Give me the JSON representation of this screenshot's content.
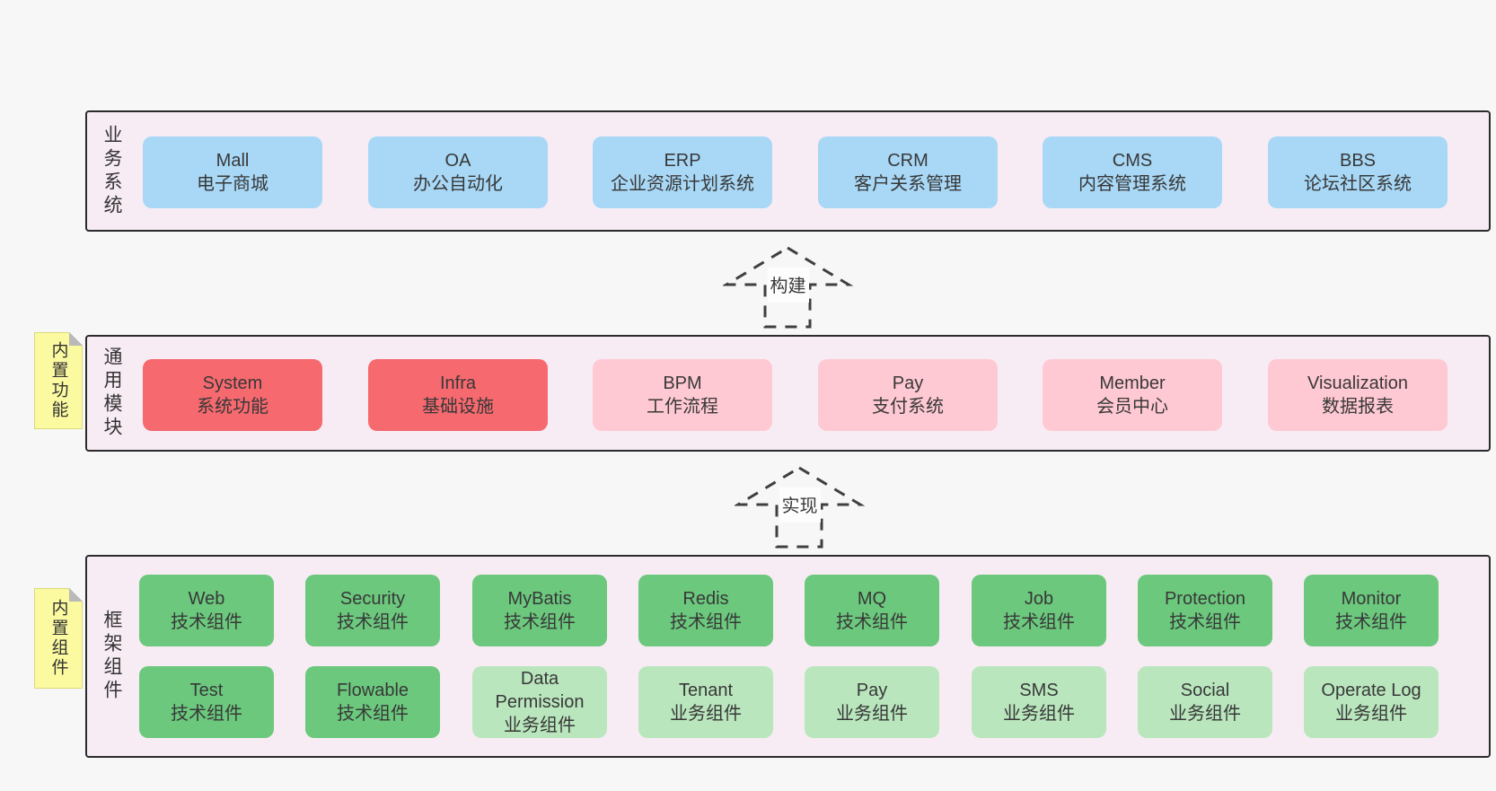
{
  "colors": {
    "bg": "#f7f7f7",
    "panel": "#f8ecf4",
    "panelBorder": "#2b2b2b",
    "blue": "#a8d8f6",
    "red": "#f6696f",
    "pink": "#ffc9d3",
    "green": "#6bc87d",
    "lightGreen": "#b9e6bd",
    "note": "#fbfaa0",
    "noteFold": "#b9b9b9",
    "text": "#383838"
  },
  "arrows": {
    "build": "构建",
    "implement": "实现"
  },
  "layers": {
    "business": {
      "label": "业务系统",
      "items": [
        {
          "name": "Mall",
          "desc": "电子商城"
        },
        {
          "name": "OA",
          "desc": "办公自动化"
        },
        {
          "name": "ERP",
          "desc": "企业资源计划系统"
        },
        {
          "name": "CRM",
          "desc": "客户关系管理"
        },
        {
          "name": "CMS",
          "desc": "内容管理系统"
        },
        {
          "name": "BBS",
          "desc": "论坛社区系统"
        }
      ]
    },
    "modules": {
      "label": "通用模块",
      "note": "内置功能",
      "items": [
        {
          "name": "System",
          "desc": "系统功能"
        },
        {
          "name": "Infra",
          "desc": "基础设施"
        },
        {
          "name": "BPM",
          "desc": "工作流程"
        },
        {
          "name": "Pay",
          "desc": "支付系统"
        },
        {
          "name": "Member",
          "desc": "会员中心"
        },
        {
          "name": "Visualization",
          "desc": "数据报表"
        }
      ]
    },
    "components": {
      "label": "框架组件",
      "note": "内置组件",
      "row1": [
        {
          "name": "Web",
          "desc": "技术组件"
        },
        {
          "name": "Security",
          "desc": "技术组件"
        },
        {
          "name": "MyBatis",
          "desc": "技术组件"
        },
        {
          "name": "Redis",
          "desc": "技术组件"
        },
        {
          "name": "MQ",
          "desc": "技术组件"
        },
        {
          "name": "Job",
          "desc": "技术组件"
        },
        {
          "name": "Protection",
          "desc": "技术组件"
        },
        {
          "name": "Monitor",
          "desc": "技术组件"
        }
      ],
      "row2": [
        {
          "name": "Test",
          "desc": "技术组件"
        },
        {
          "name": "Flowable",
          "desc": "技术组件"
        },
        {
          "name": "Data Permission",
          "desc": "业务组件"
        },
        {
          "name": "Tenant",
          "desc": "业务组件"
        },
        {
          "name": "Pay",
          "desc": "业务组件"
        },
        {
          "name": "SMS",
          "desc": "业务组件"
        },
        {
          "name": "Social",
          "desc": "业务组件"
        },
        {
          "name": "Operate Log",
          "desc": "业务组件"
        }
      ]
    }
  }
}
